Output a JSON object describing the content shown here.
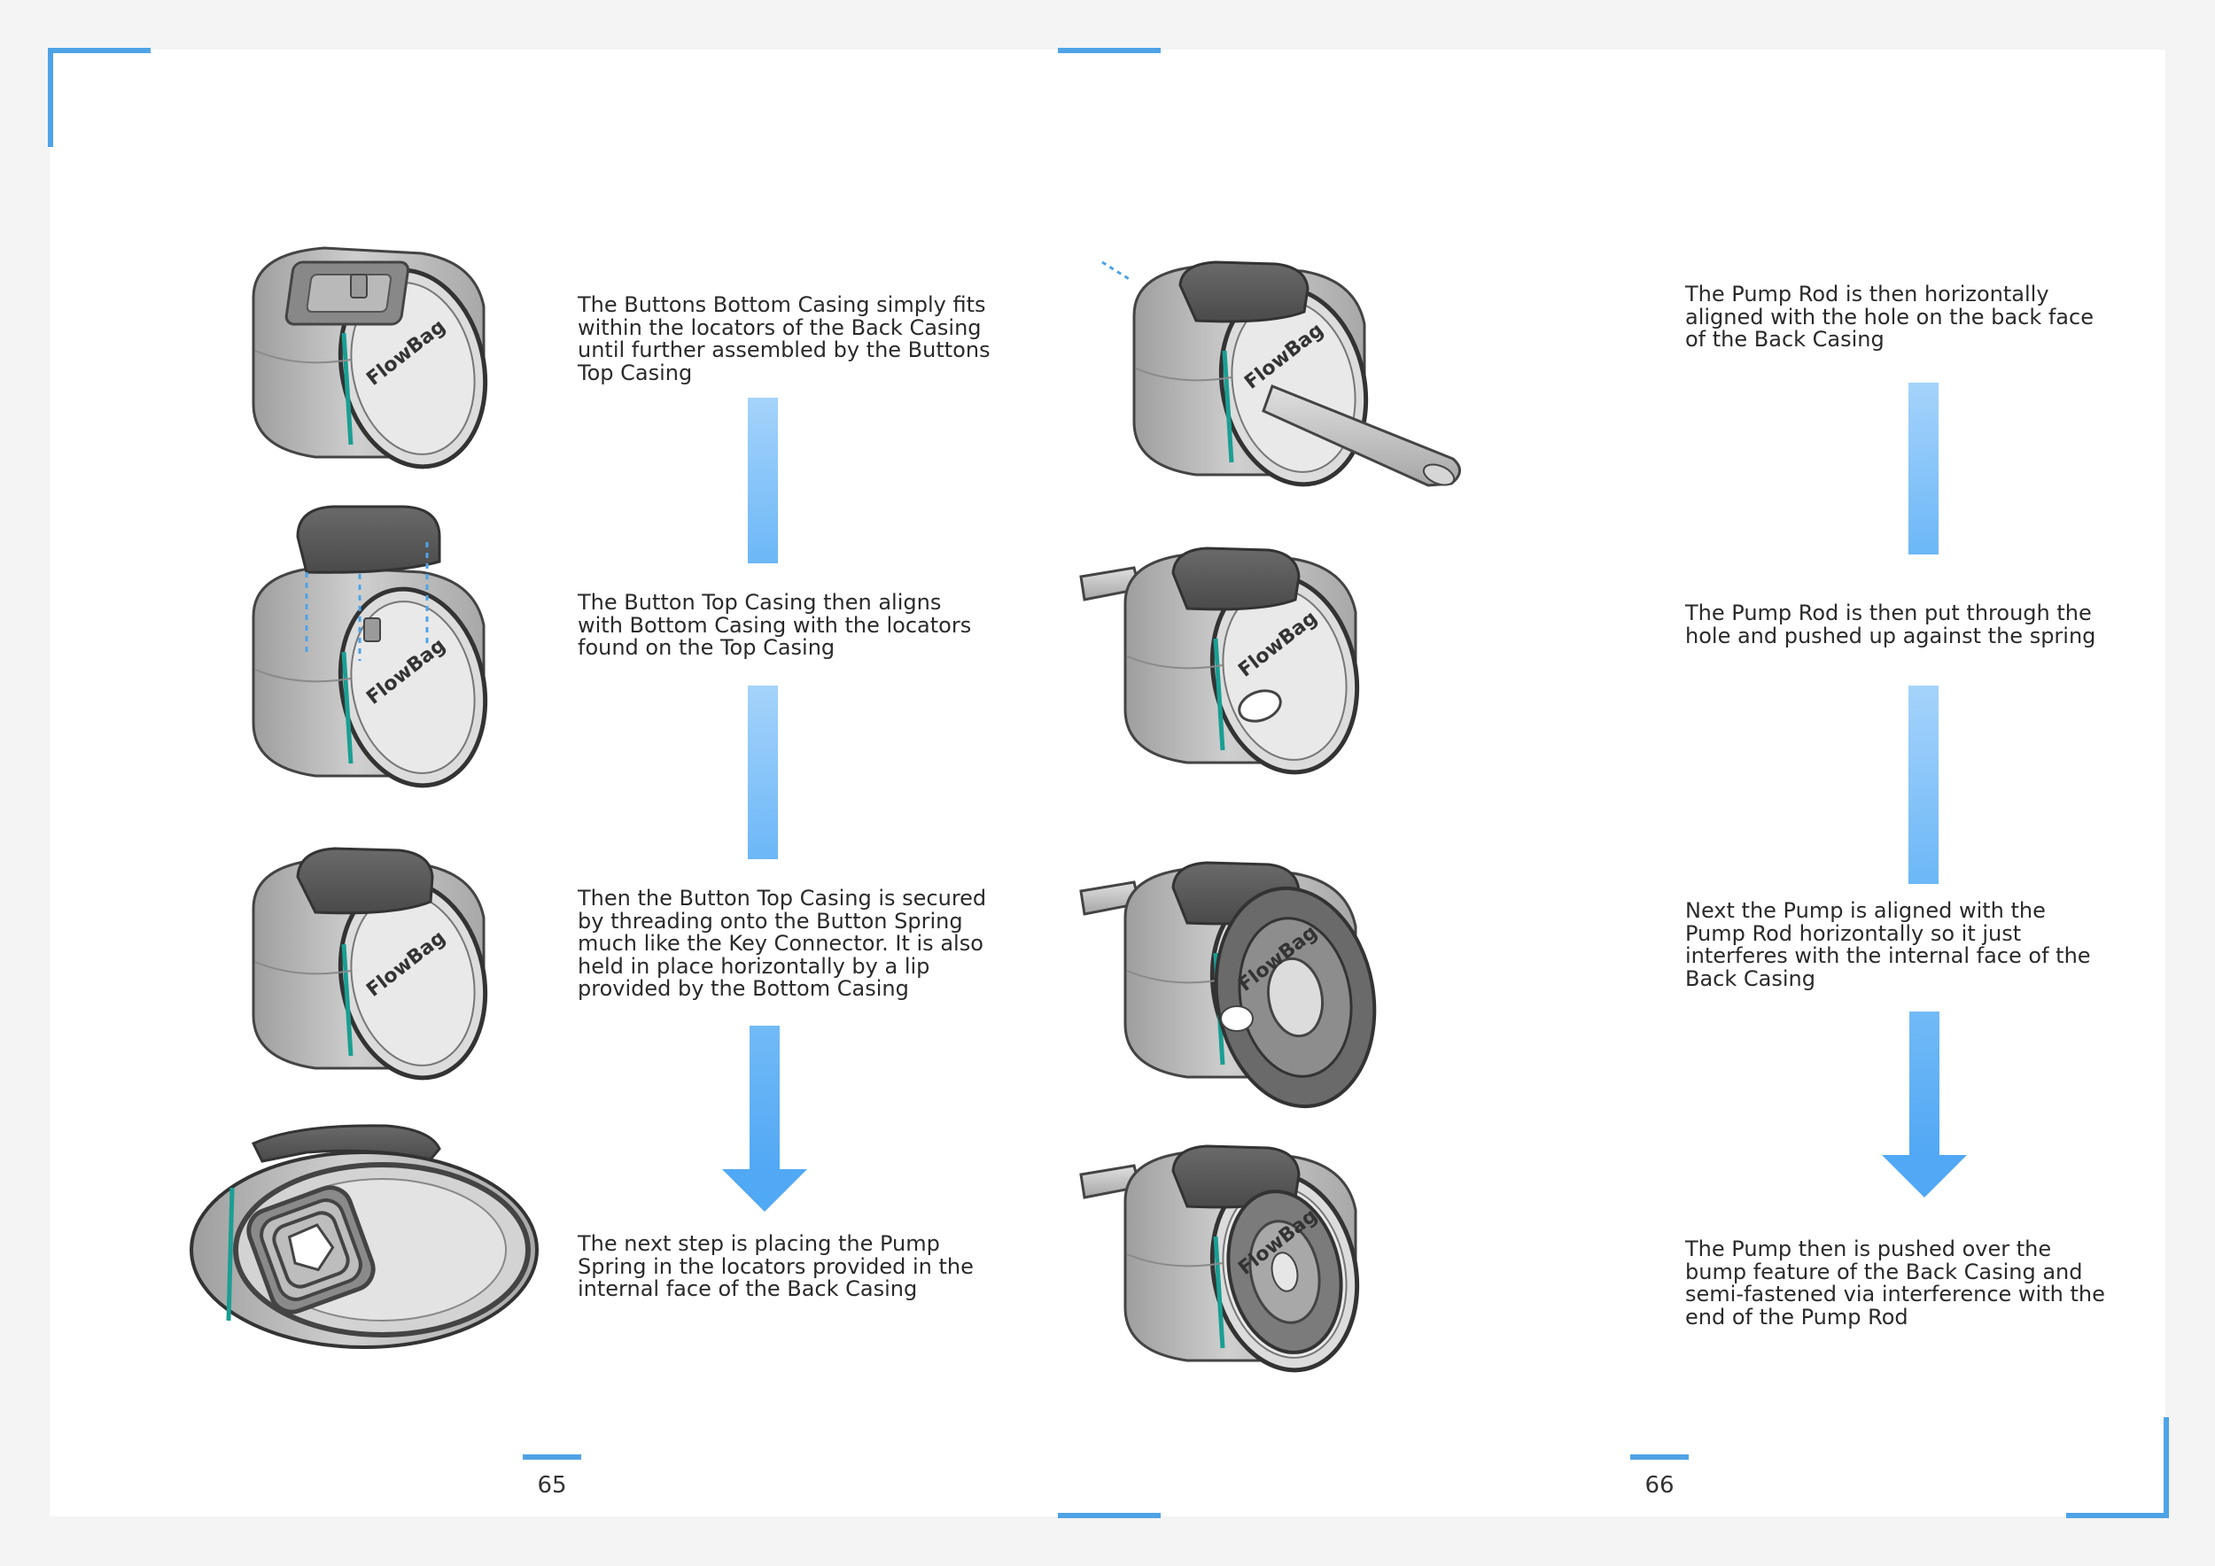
{
  "pages": [
    {
      "number": "65",
      "steps": [
        {
          "text": "The Buttons Bottom Casing simply fits\nwithin the locators of the Back Casing\nuntil further assembled by the Buttons\nTop Casing"
        },
        {
          "text": "The Button Top Casing then aligns\nwith Bottom Casing with the locators\nfound on the Top Casing"
        },
        {
          "text": "Then the Button Top Casing is secured\nby threading onto the Button Spring\nmuch like the Key Connector. It is also\nheld in place horizontally by a lip\nprovided by the Bottom Casing"
        },
        {
          "text": "The next step is placing the Pump\nSpring in the locators provided in the\ninternal face of the Back Casing"
        }
      ]
    },
    {
      "number": "66",
      "steps": [
        {
          "text": "The Pump Rod is then horizontally\naligned with the hole on the back face\nof the Back Casing"
        },
        {
          "text": "The Pump Rod is then put through the\nhole and pushed up against the spring"
        },
        {
          "text": "Next the Pump is aligned with the\nPump Rod horizontally so it just\ninterferes with the internal face of the\nBack Casing"
        },
        {
          "text": "The Pump then is pushed over the\nbump feature of the Back Casing and\nsemi-fastened via interference with the\nend of the Pump Rod"
        }
      ]
    }
  ],
  "product_logo": "FlowBag",
  "colors": {
    "accent": "#4ea3e6",
    "arrow": "#51a8f4",
    "stripe": "#1a9e93"
  },
  "icons": [
    "flow-arrow-icon",
    "assembly-illustration"
  ]
}
